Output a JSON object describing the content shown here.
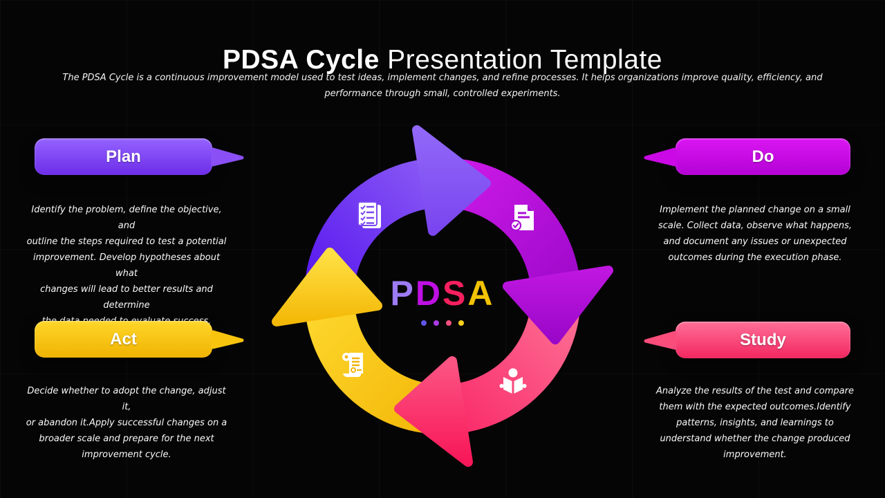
{
  "header": {
    "title_emphasis": "PDSA Cycle",
    "title_rest": " Presentation Template",
    "subtitle_lines": [
      "The PDSA Cycle is a continuous improvement model used to test ideas, implement changes, and refine processes. It helps organizations improve quality, efficiency, and",
      "performance through small, controlled experiments."
    ]
  },
  "center_label": {
    "word": "PDSA",
    "letters": [
      {
        "char": "P",
        "color": "#9d7bf5"
      },
      {
        "char": "D",
        "color": "#bf10e3"
      },
      {
        "char": "S",
        "color": "#f8205f"
      },
      {
        "char": "A",
        "color": "#f2c304"
      }
    ],
    "dot_colors": [
      "#6155e8",
      "#a93be2",
      "#f4517f",
      "#fdd21e"
    ]
  },
  "stages": [
    {
      "id": "plan",
      "label": "Plan",
      "icon": "checklist-icon",
      "accent_color": "#7c3bf0",
      "description_lines": [
        "Identify the problem, define the objective, and",
        "outline the steps required to test a potential",
        "improvement. Develop hypotheses about what",
        "changes will lead to better results and determine",
        "the data needed to evaluate success."
      ]
    },
    {
      "id": "do",
      "label": "Do",
      "icon": "document-check-icon",
      "accent_color": "#c406e0",
      "description_lines": [
        "Implement the planned change on a small",
        "scale. Collect data, observe what happens,",
        "and document any issues or unexpected",
        "outcomes during the execution phase."
      ]
    },
    {
      "id": "act",
      "label": "Act",
      "icon": "scroll-icon",
      "accent_color": "#f7c117",
      "description_lines": [
        "Decide whether to adopt the change, adjust it,",
        "or abandon it.Apply successful changes on a",
        "broader scale and prepare for the next",
        "improvement cycle."
      ]
    },
    {
      "id": "study",
      "label": "Study",
      "icon": "person-reading-icon",
      "accent_color": "#f9376e",
      "description_lines": [
        "Analyze the results of the test and compare",
        "them with the expected outcomes.Identify",
        "patterns, insights, and learnings to",
        "understand whether the change produced",
        "improvement."
      ]
    }
  ]
}
